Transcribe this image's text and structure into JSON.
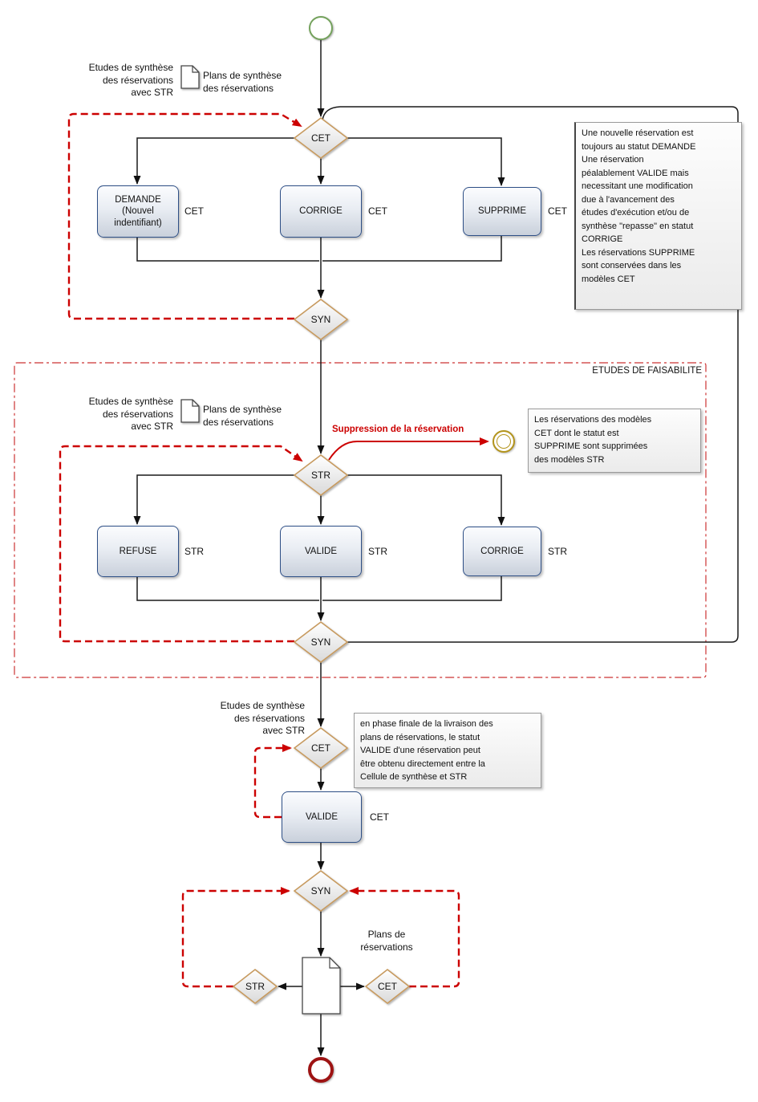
{
  "colors": {
    "flow_red": "#cc0000",
    "gateway_border": "#c79a5e",
    "state_border": "#2e4f86"
  },
  "diagram": {
    "phase1": {
      "input_text": "Etudes de synthèse\ndes réservations\navec STR",
      "plan_text": "Plans de synthèse\ndes réservations",
      "gateway_in": "CET",
      "gateway_out": "SYN",
      "states": [
        {
          "label": "DEMANDE\n(Nouvel\nindentifiant)",
          "tag": "CET"
        },
        {
          "label": "CORRIGE",
          "tag": "CET"
        },
        {
          "label": "SUPPRIME",
          "tag": "CET"
        }
      ],
      "note": "Une nouvelle réservation est\ntoujours au statut DEMANDE\nUne réservation\npéalablement VALIDE mais\nnecessitant une modification\ndue à l'avancement des\nétudes d'exécution et/ou de\nsynthèse \"repasse\" en statut\nCORRIGE\nLes réservations SUPPRIME\nsont conservées dans les\nmodèles CET"
    },
    "phase2": {
      "region_label": "ETUDES DE FAISABILITE",
      "input_text": "Etudes de synthèse\ndes réservations\navec STR",
      "plan_text": "Plans de synthèse\ndes réservations",
      "gateway_in": "STR",
      "gateway_out": "SYN",
      "suppression_label": "Suppression de la réservation",
      "suppression_note": "Les réservations des modèles\nCET dont le statut est\nSUPPRIME sont supprimées\ndes modèles STR",
      "states": [
        {
          "label": "REFUSE",
          "tag": "STR"
        },
        {
          "label": "VALIDE",
          "tag": "STR"
        },
        {
          "label": "CORRIGE",
          "tag": "STR"
        }
      ]
    },
    "phase3": {
      "input_text": "Etudes de synthèse\ndes réservations\navec STR",
      "gateway_in": "CET",
      "gateway_out": "SYN",
      "state": {
        "label": "VALIDE",
        "tag": "CET"
      },
      "note": "en phase finale de la livraison des\nplans de réservations, le statut\nVALIDE d'une réservation peut\nêtre obtenu directement entre la\nCellule de synthèse et STR"
    },
    "final": {
      "plans_label": "Plans de\nréservations",
      "gateway_left": "STR",
      "gateway_right": "CET"
    }
  }
}
